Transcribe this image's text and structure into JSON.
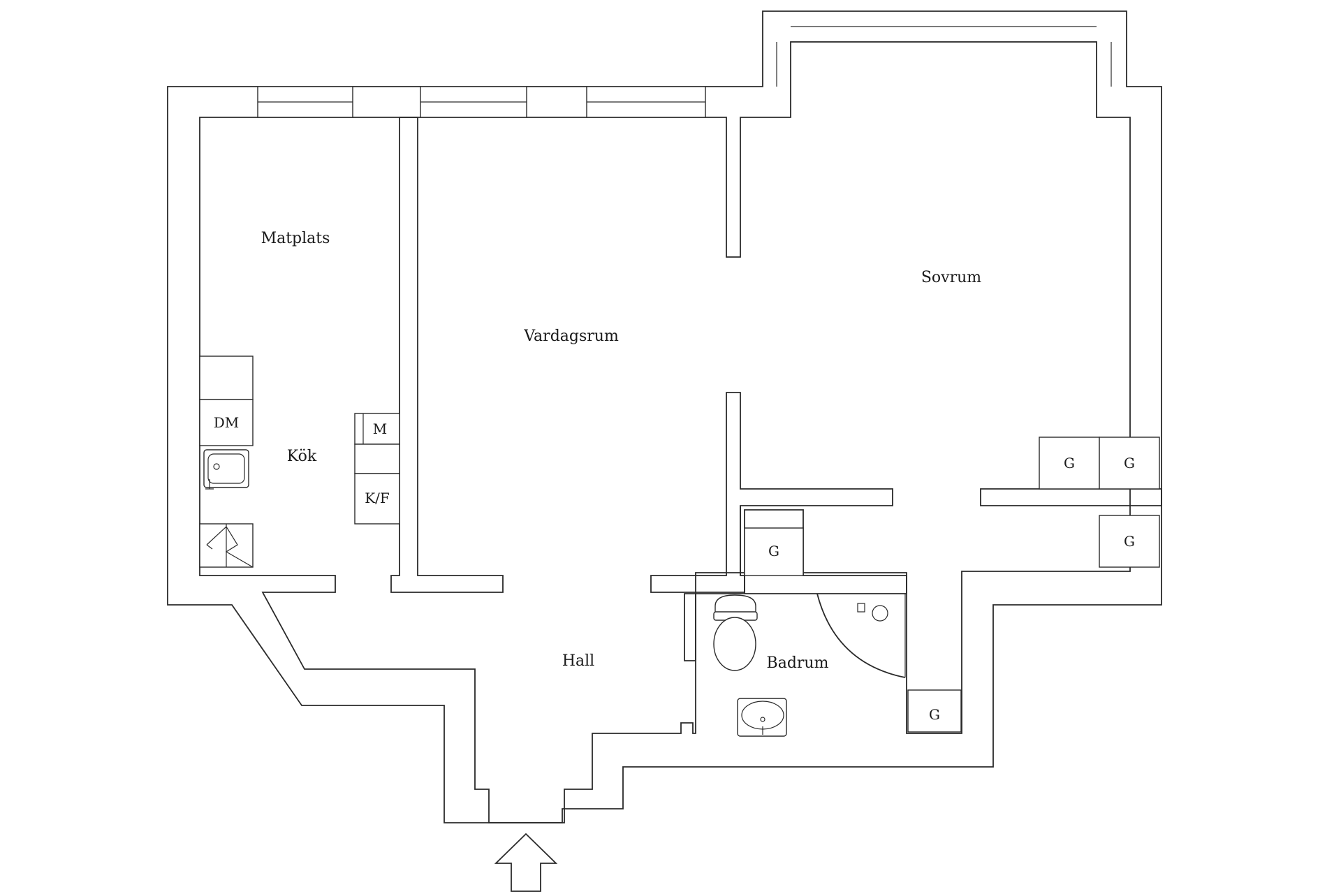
{
  "rooms": {
    "matplats": "Matplats",
    "vardagsrum": "Vardagsrum",
    "sovrum": "Sovrum",
    "kok": "Kök",
    "hall": "Hall",
    "badrum": "Badrum"
  },
  "fixtures": {
    "dishwasher": "DM",
    "microwave": "M",
    "fridge_freezer": "K/F",
    "wardrobe": "G"
  },
  "icons": {
    "entrance": "entrance-arrow-icon",
    "sink": "kitchen-sink-icon",
    "stove": "stove-icon",
    "toilet": "toilet-icon",
    "washbasin": "washbasin-icon",
    "shower": "shower-icon"
  }
}
